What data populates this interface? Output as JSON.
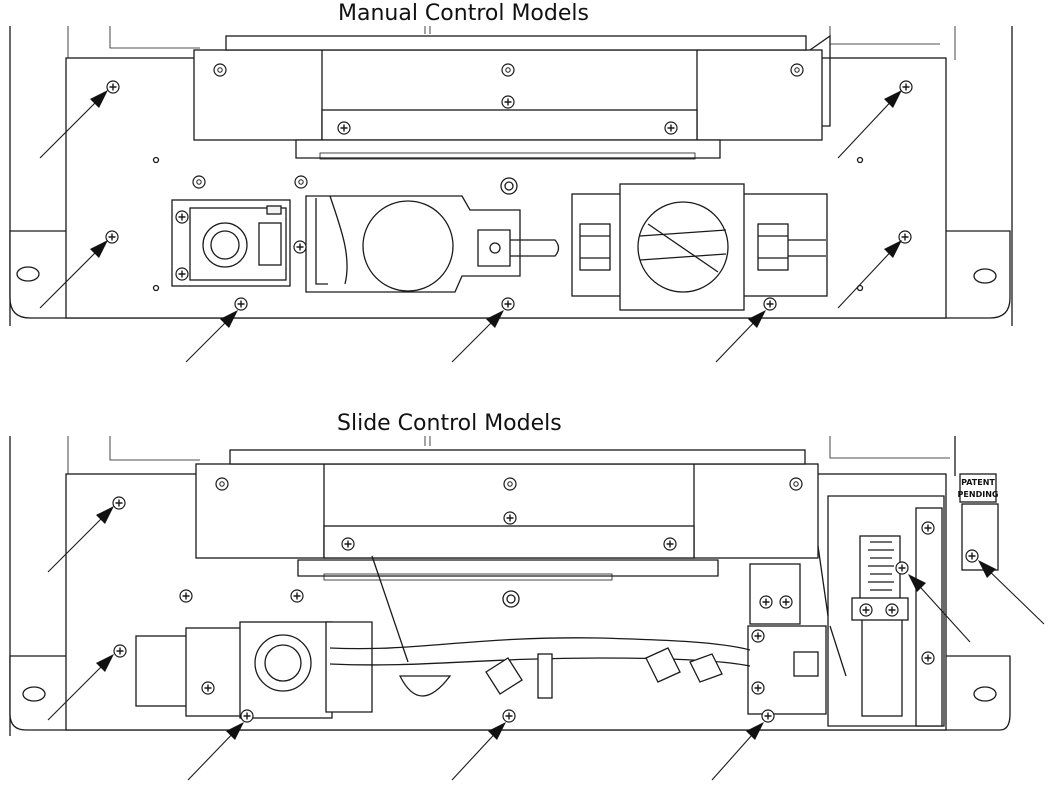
{
  "titles": {
    "top": "Manual Control Models",
    "bottom": "Slide Control Models"
  },
  "badge": {
    "line1": "PATENT",
    "line2": "PENDING"
  }
}
